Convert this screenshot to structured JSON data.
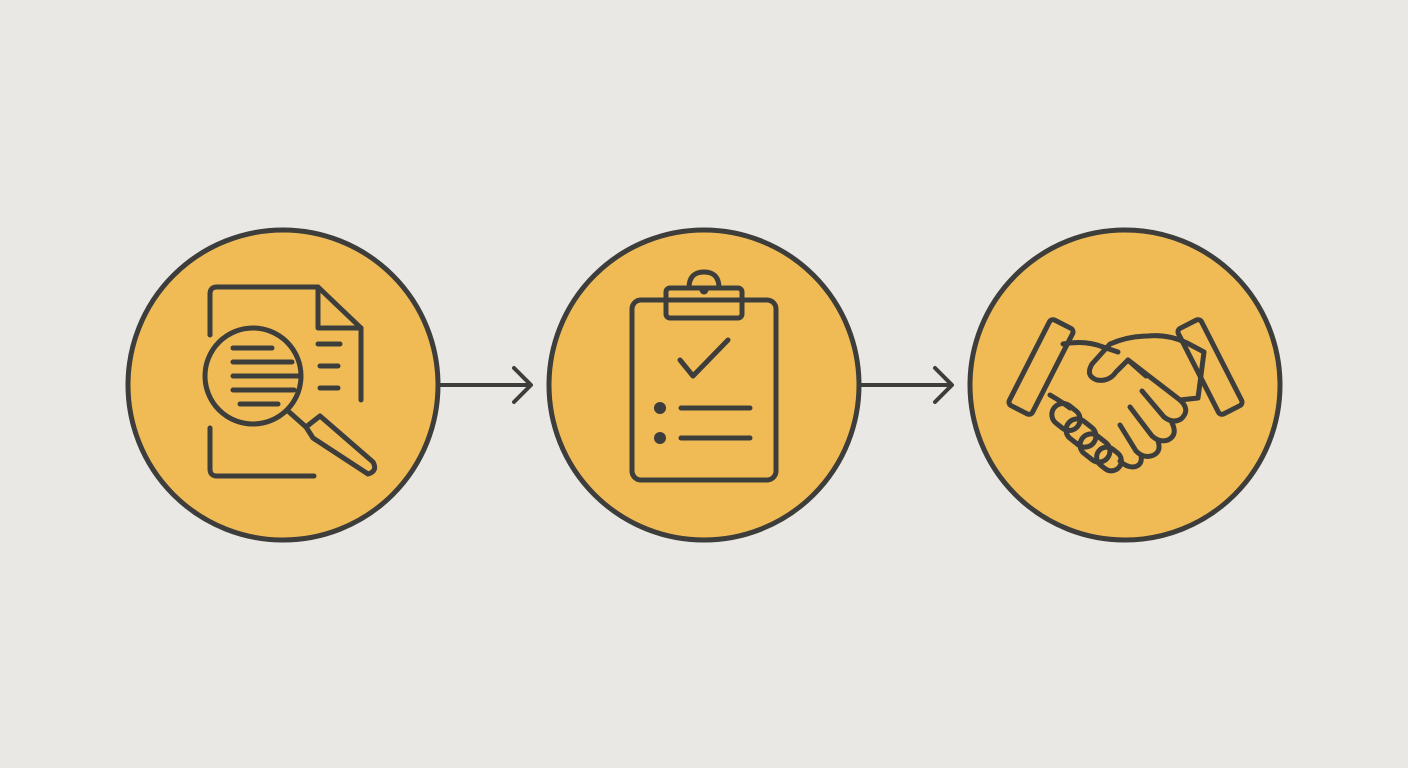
{
  "diagram": {
    "type": "process-flow",
    "colors": {
      "background": "#e9e8e4",
      "circle_fill": "#f0bb55",
      "outline": "#3d3d3b"
    },
    "steps": [
      {
        "icon": "document-search-icon"
      },
      {
        "icon": "clipboard-checklist-icon"
      },
      {
        "icon": "handshake-icon"
      }
    ],
    "connectors": [
      {
        "from": 1,
        "to": 2,
        "style": "arrow"
      },
      {
        "from": 2,
        "to": 3,
        "style": "arrow"
      }
    ]
  }
}
